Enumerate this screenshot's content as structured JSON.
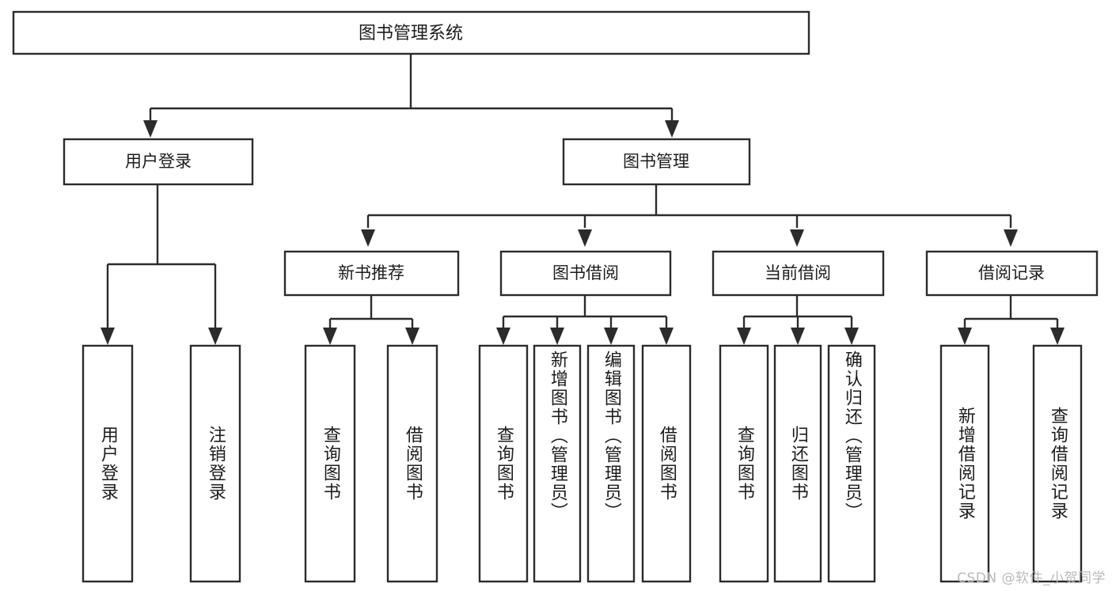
{
  "diagram": {
    "type": "tree-hierarchy",
    "title": "图书管理系统",
    "orientation": "top-down",
    "colors": {
      "background": "#ffffff",
      "box_fill": "#ffffff",
      "box_stroke": "#2b2b2b",
      "text": "#1c1c1c",
      "watermark": "#b9b9b9"
    },
    "root": {
      "label": "图书管理系统"
    },
    "level1": [
      {
        "label": "用户登录"
      },
      {
        "label": "图书管理"
      }
    ],
    "level2": [
      {
        "label": "新书推荐",
        "parent": "图书管理"
      },
      {
        "label": "图书借阅",
        "parent": "图书管理"
      },
      {
        "label": "当前借阅",
        "parent": "图书管理"
      },
      {
        "label": "借阅记录",
        "parent": "图书管理"
      }
    ],
    "leaves": {
      "user_login": [
        {
          "label": "用户登录"
        },
        {
          "label": "注销登录"
        }
      ],
      "new_book_recommend": [
        {
          "label": "查询图书"
        },
        {
          "label": "借阅图书"
        }
      ],
      "book_borrow": [
        {
          "label": "查询图书"
        },
        {
          "label": "新增图书（管理员）"
        },
        {
          "label": "编辑图书（管理员）"
        },
        {
          "label": "借阅图书"
        }
      ],
      "current_borrow": [
        {
          "label": "查询图书"
        },
        {
          "label": "归还图书"
        },
        {
          "label": "确认归还（管理员）"
        }
      ],
      "borrow_record": [
        {
          "label": "新增借阅记录"
        },
        {
          "label": "查询借阅记录"
        }
      ]
    },
    "watermark": "CSDN @软件_小贺同学"
  }
}
